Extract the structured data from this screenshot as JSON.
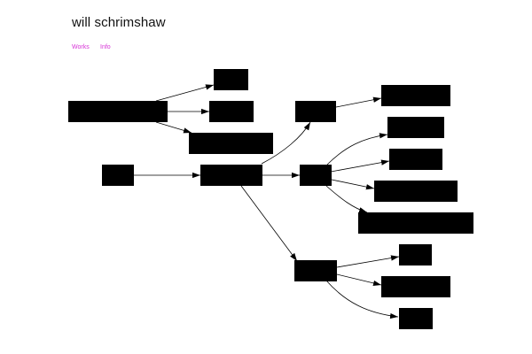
{
  "site": {
    "title": "will schrimshaw"
  },
  "nav": {
    "link_color": "#d633d6",
    "items": [
      {
        "id": "works",
        "label": "Works"
      },
      {
        "id": "info",
        "label": "Info"
      }
    ]
  },
  "graph": {
    "node_color": "#000000",
    "edge_color": "#000000",
    "node_count": 17
  }
}
